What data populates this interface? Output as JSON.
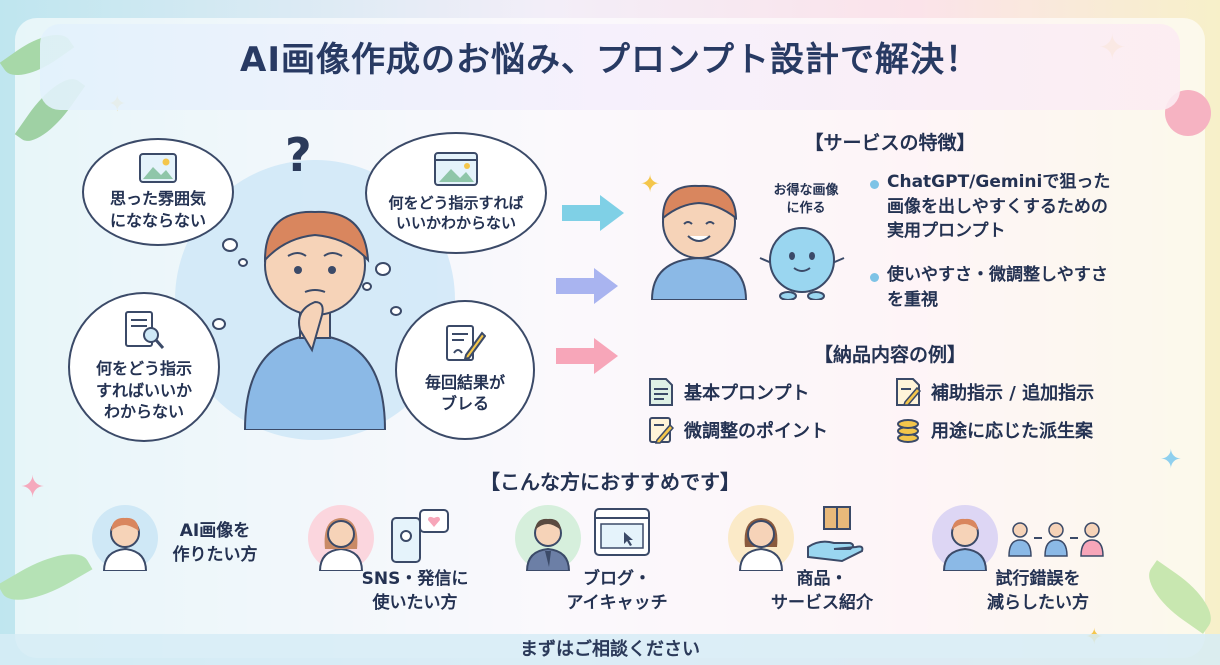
{
  "title": "AI画像作成のお悩み、プロンプト設計で解決！",
  "problems": [
    {
      "text": "思った雰囲気\nになならない",
      "icon": "image-icon"
    },
    {
      "text": "何をどう指示すれば\nいいかわからない",
      "icon": "image-window-icon"
    },
    {
      "text": "何をどう指示\nすればいいか\nわからない",
      "icon": "document-search-icon"
    },
    {
      "text": "毎回結果が\nブレる",
      "icon": "document-pen-icon"
    }
  ],
  "question_mark": "?",
  "speech": "お得な画像\nに作る",
  "features": {
    "heading": "【サービスの特徴】",
    "items": [
      "ChatGPT/Geminiで狙った\n画像を出しやすくするための\n実用プロンプト",
      "使いやすさ・微調整しやすさ\nを重視"
    ]
  },
  "deliverables": {
    "heading": "【納品内容の例】",
    "items": [
      {
        "label": "基本プロンプト",
        "icon": "document-icon"
      },
      {
        "label": "補助指示 / 追加指示",
        "icon": "edit-document-icon"
      },
      {
        "label": "微調整のポイント",
        "icon": "edit-note-icon"
      },
      {
        "label": "用途に応じた派生案",
        "icon": "stacked-coins-icon"
      }
    ]
  },
  "recommend": {
    "heading": "【こんな方におすすめです】",
    "items": [
      {
        "label": "AI画像を\n作りたい方",
        "icon": "person-avatar-icon"
      },
      {
        "label": "SNS・発信に\n使いたい方",
        "icon": "smartphone-heart-icon"
      },
      {
        "label": "ブログ・\nアイキャッチ",
        "icon": "browser-window-icon"
      },
      {
        "label": "商品・\nサービス紹介",
        "icon": "package-hand-icon"
      },
      {
        "label": "試行錯誤を\n減らしたい方",
        "icon": "people-flow-icon"
      }
    ]
  },
  "footer": "まずはご相談ください",
  "colors": {
    "navy": "#283a63",
    "blue_arrow": "#7fd0e6",
    "violet_arrow": "#a9b4f0",
    "pink_arrow": "#f7a6b9",
    "accent": "#7ec3e6"
  }
}
